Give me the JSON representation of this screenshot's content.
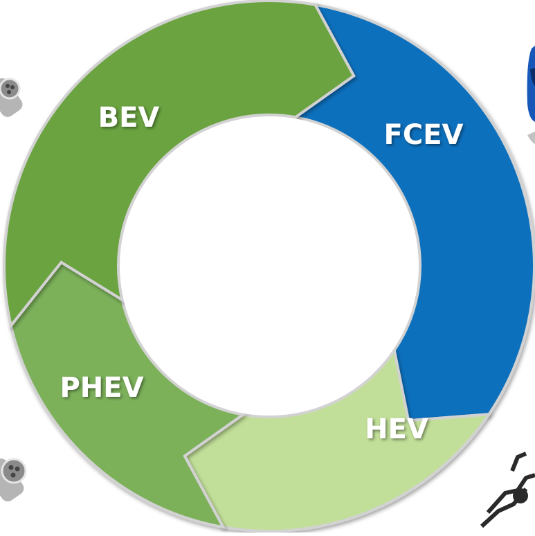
{
  "diagram": {
    "type": "cycle",
    "segments": [
      {
        "label": "BEV",
        "color": "#6aa341"
      },
      {
        "label": "FCEV",
        "color": "#0a6fbd"
      },
      {
        "label": "HEV",
        "color": "#c1df98"
      },
      {
        "label": "PHEV",
        "color": "#7bb15a"
      }
    ],
    "stroke_color": "#d2d2d2",
    "center_color": "#ffffff"
  },
  "decorations": [
    {
      "icon": "ev-charging-plug-icon"
    },
    {
      "icon": "ev-charging-plug-icon"
    },
    {
      "icon": "hydrogen-car-icon"
    },
    {
      "icon": "vehicle-chassis-icon"
    }
  ]
}
